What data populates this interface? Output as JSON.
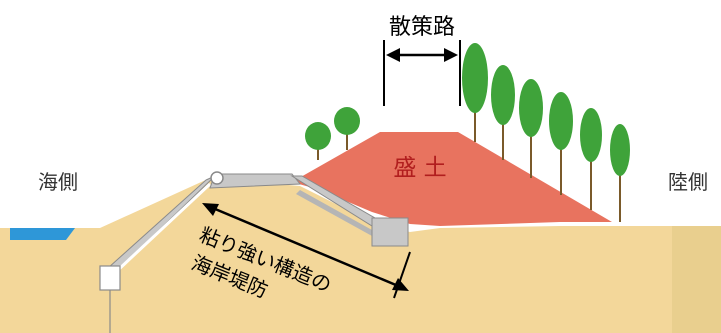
{
  "labels": {
    "promenade": "散策路",
    "embankment": "盛 土",
    "sea_side": "海側",
    "land_side": "陸側",
    "structure_line1": "粘り強い構造の",
    "structure_line2": "海岸堤防"
  },
  "colors": {
    "background": "#ffffff",
    "sand": "#f3d79a",
    "embankment": "#e8735f",
    "tree_foliage": "#3fa33a",
    "tree_trunk": "#7a5a2a",
    "sea_water": "#2e97d8",
    "concrete": "#c8c8c8",
    "concrete_dark": "#8a8a8a",
    "arrow": "#000000",
    "embankment_text": "#b11e1e",
    "label_text": "#333333"
  }
}
